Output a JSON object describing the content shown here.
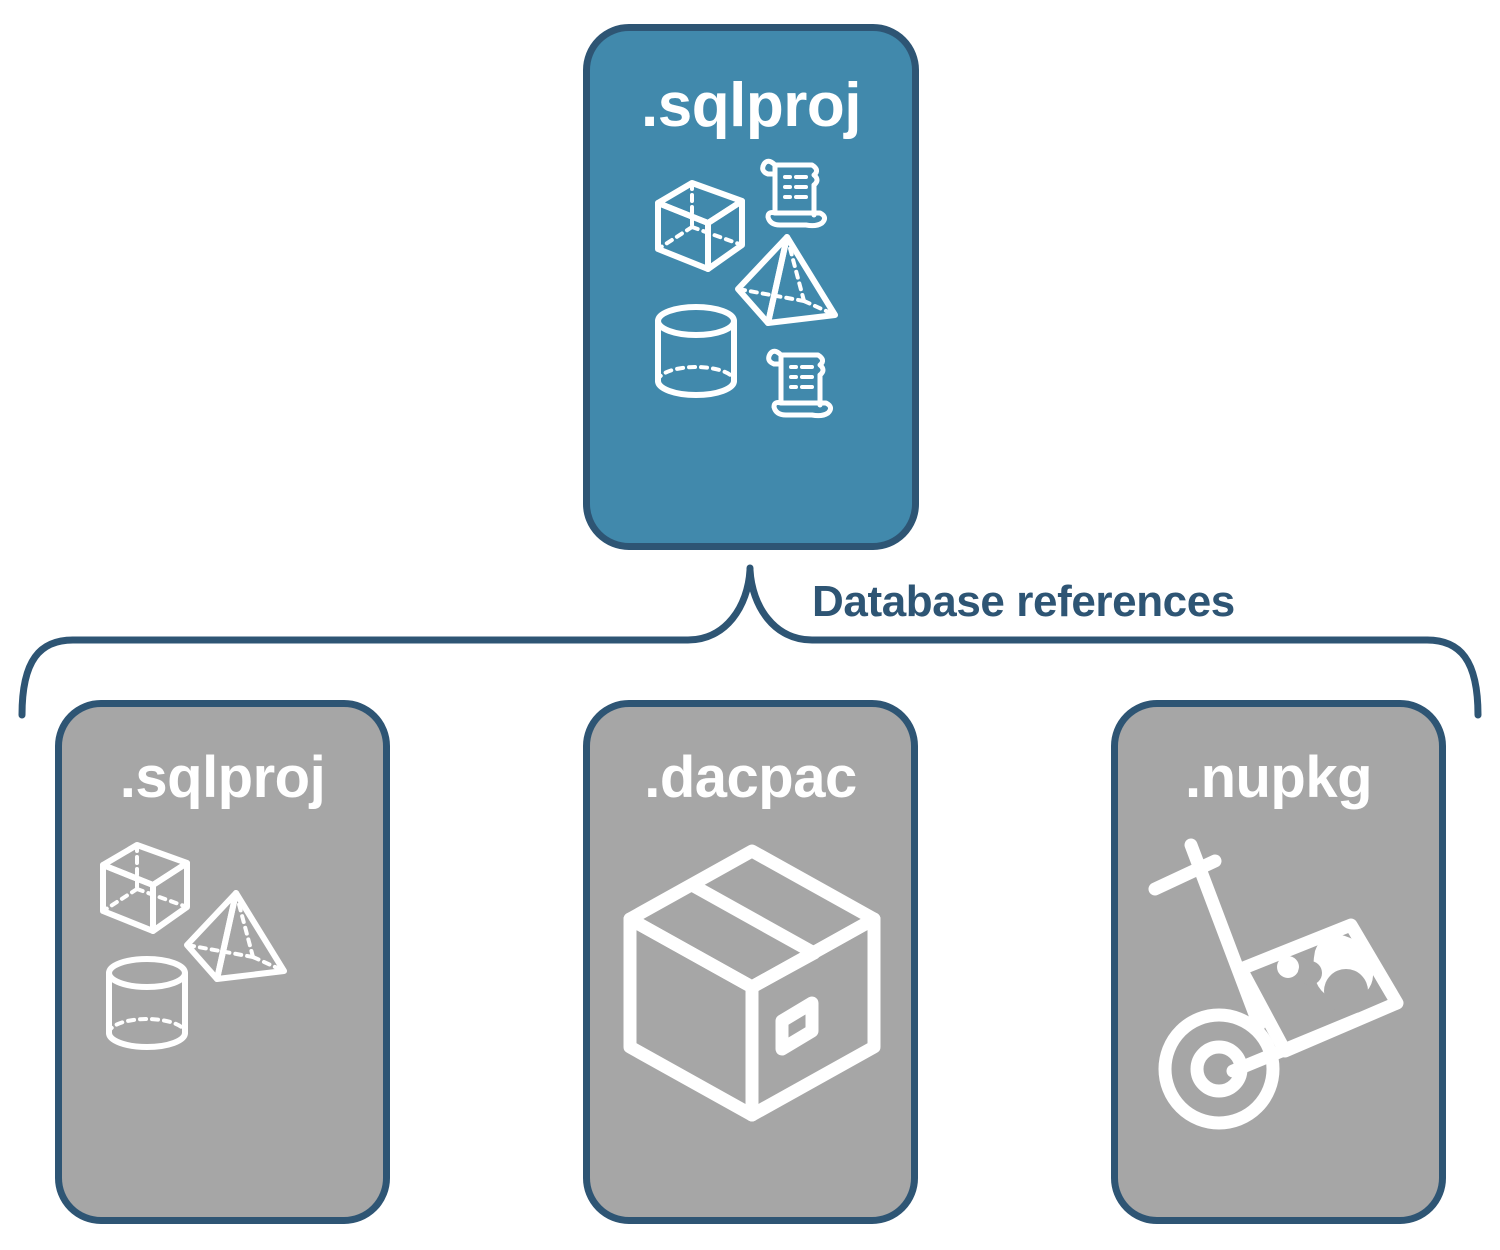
{
  "diagram": {
    "title_text": "Database references",
    "colors": {
      "accent_teal": "#4189ac",
      "border_navy": "#2e5574",
      "card_gray": "#a6a6a6",
      "icon_white": "#ffffff",
      "background": "#ffffff"
    },
    "root_node": {
      "label": ".sqlproj",
      "fill": "#4189ac",
      "icons": [
        "cube-wireframe-icon",
        "scroll-script-icon",
        "pyramid-wireframe-icon",
        "cylinder-wireframe-icon",
        "scroll-script-icon"
      ]
    },
    "connector": {
      "type": "curly-brace",
      "label": "Database references",
      "orientation": "down",
      "branch_count": 3
    },
    "child_nodes": [
      {
        "id": "sqlproj",
        "label": ".sqlproj",
        "fill": "#a6a6a6",
        "icons": [
          "cube-wireframe-icon",
          "pyramid-wireframe-icon",
          "cylinder-wireframe-icon"
        ]
      },
      {
        "id": "dacpac",
        "label": ".dacpac",
        "fill": "#a6a6a6",
        "icons": [
          "shipping-box-icon"
        ]
      },
      {
        "id": "nupkg",
        "label": ".nupkg",
        "fill": "#a6a6a6",
        "icons": [
          "hand-truck-package-icon"
        ]
      }
    ]
  }
}
